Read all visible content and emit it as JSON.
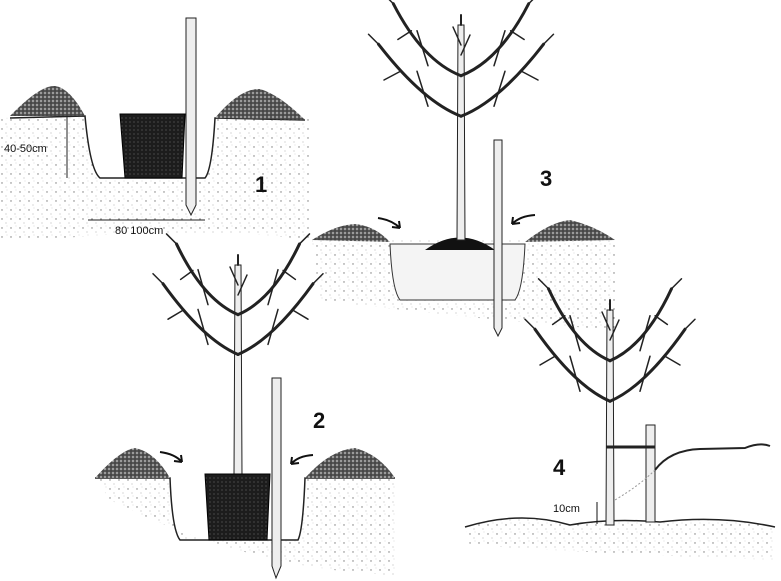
{
  "steps": [
    {
      "number": "1",
      "depth_label": "40-50cm",
      "width_label": "80 100cm"
    },
    {
      "number": "2"
    },
    {
      "number": "3"
    },
    {
      "number": "4",
      "height_label": "10cm"
    }
  ]
}
